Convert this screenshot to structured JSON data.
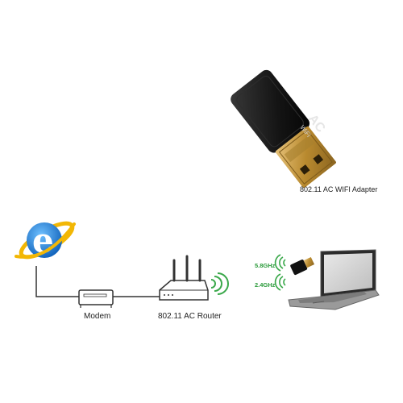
{
  "adapter": {
    "caption": "802.11 AC WIFI Adapter",
    "badge_text": "AC",
    "badge_subtext": "WiFi"
  },
  "network": {
    "modem_label": "Modem",
    "router_label": "802.11 AC Router"
  },
  "laptop": {
    "band_5_label": "5.8GHz",
    "band_24_label": "2.4GHz"
  },
  "colors": {
    "band_label": "#2a9a3a",
    "wifi_wave": "#3aa84a",
    "ie_blue": "#1e78d2",
    "ie_ring": "#f2b705",
    "connector_gold": "#c99a3c",
    "dongle_black": "#151515"
  },
  "icons": [
    "internet-explorer-icon",
    "wifi-signal-icon"
  ]
}
